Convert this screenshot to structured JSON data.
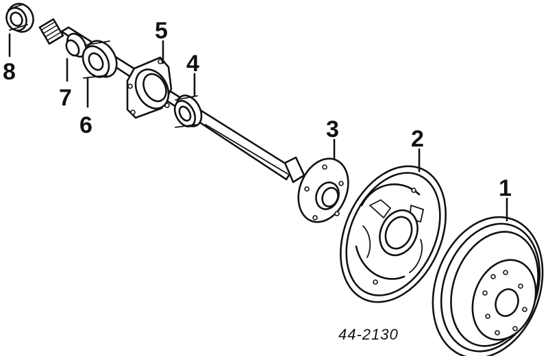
{
  "callouts": [
    {
      "id": "1",
      "label": "1"
    },
    {
      "id": "2",
      "label": "2"
    },
    {
      "id": "3",
      "label": "3"
    },
    {
      "id": "4",
      "label": "4"
    },
    {
      "id": "5",
      "label": "5"
    },
    {
      "id": "6",
      "label": "6"
    },
    {
      "id": "7",
      "label": "7"
    },
    {
      "id": "8",
      "label": "8"
    }
  ],
  "part_number": "44-2130",
  "icons": [
    "oil-seal-icon",
    "spacer-ring-icon",
    "bearing-icon",
    "retainer-icon",
    "axle-shaft-icon",
    "backing-plate-icon",
    "brake-drum-icon"
  ]
}
